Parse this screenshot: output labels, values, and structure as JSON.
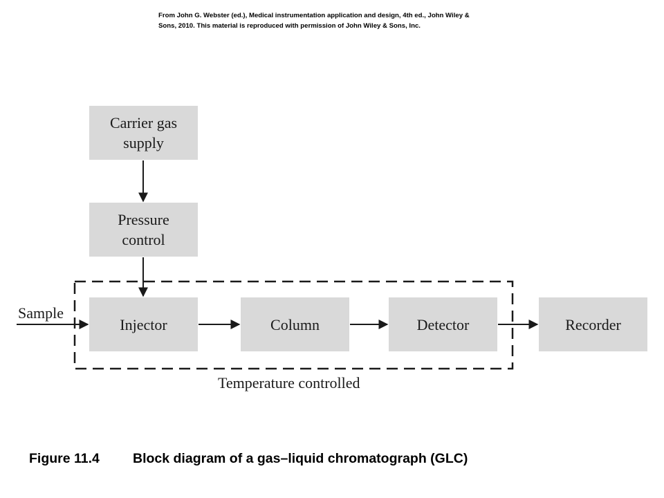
{
  "credit": {
    "line1": "From John G. Webster (ed.), Medical instrumentation application and design, 4th ed., John Wiley &",
    "line2": "Sons, 2010. This material is reproduced with permission of John Wiley & Sons, Inc."
  },
  "diagram": {
    "blocks": {
      "carrier_gas": {
        "line1": "Carrier gas",
        "line2": "supply"
      },
      "pressure_control": {
        "line1": "Pressure",
        "line2": "control"
      },
      "injector": {
        "label": "Injector"
      },
      "column": {
        "label": "Column"
      },
      "detector": {
        "label": "Detector"
      },
      "recorder": {
        "label": "Recorder"
      }
    },
    "sample_label": "Sample",
    "enclosure_label": "Temperature controlled",
    "colors": {
      "block_fill": "#d9d9d9",
      "line": "#1a1a1a",
      "text": "#1a1a1a"
    }
  },
  "caption": {
    "figure_number": "Figure 11.4",
    "title": "Block diagram of a gas–liquid chromatograph (GLC)"
  }
}
